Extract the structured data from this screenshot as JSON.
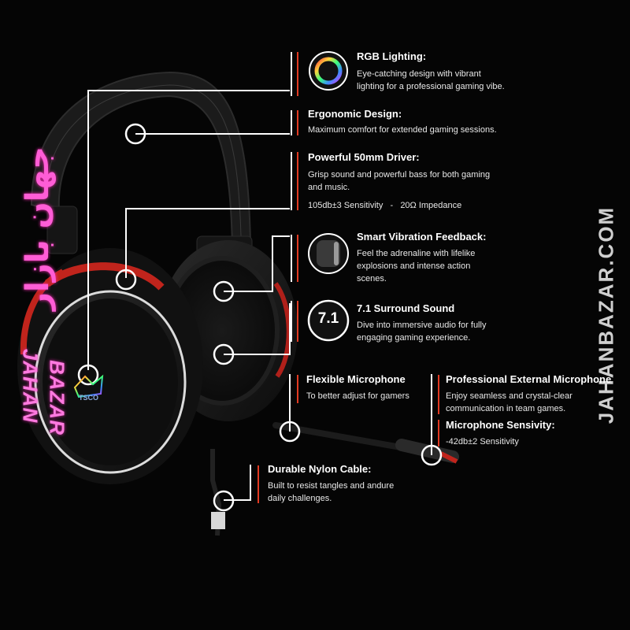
{
  "features": {
    "rgb": {
      "title": "RGB Lighting:",
      "desc": [
        "Eye-catching design with vibrant",
        "lighting for a professional gaming vibe."
      ]
    },
    "ergonomic": {
      "title": "Ergonomic Design:",
      "desc": [
        "Maximum comfort for extended gaming sessions."
      ]
    },
    "driver": {
      "title": "Powerful 50mm Driver:",
      "desc": [
        "Grisp sound and powerful bass for both gaming",
        "and music."
      ],
      "specs": "105db±3 Sensitivity   -   20Ω Impedance"
    },
    "vibration": {
      "title": "Smart Vibration Feedback:",
      "desc": [
        "Feel the adrenaline with lifelike",
        "explosions and intense action",
        "scenes."
      ]
    },
    "surround": {
      "title": "7.1 Surround Sound",
      "badge": "7.1",
      "desc": [
        "Dive into immersive audio for fully",
        "engaging gaming experience."
      ]
    },
    "flexmic": {
      "title": "Flexible Microphone",
      "desc": [
        "To better adjust for gamers"
      ]
    },
    "extmic": {
      "title": "Professional External Microphone",
      "desc": [
        "Enjoy seamless and crystal-clear",
        "communication in team games."
      ]
    },
    "micsens": {
      "title": "Microphone Sensivity:",
      "desc": [
        "-42db±2 Sensitivity"
      ]
    },
    "cable": {
      "title": "Durable Nylon Cable:",
      "desc": [
        "Built to resist tangles and andure",
        "daily challenges."
      ]
    }
  },
  "watermark": {
    "site": "JAHANBAZAR.COM",
    "arabic": "جهان بازار",
    "latin_line1": "JAHAN",
    "latin_line2": "BAZAR"
  },
  "product_logo": "TSCO",
  "colors": {
    "background": "#050505",
    "accent_red": "#e23a22",
    "watermark_pink": "#ff5dd6"
  }
}
